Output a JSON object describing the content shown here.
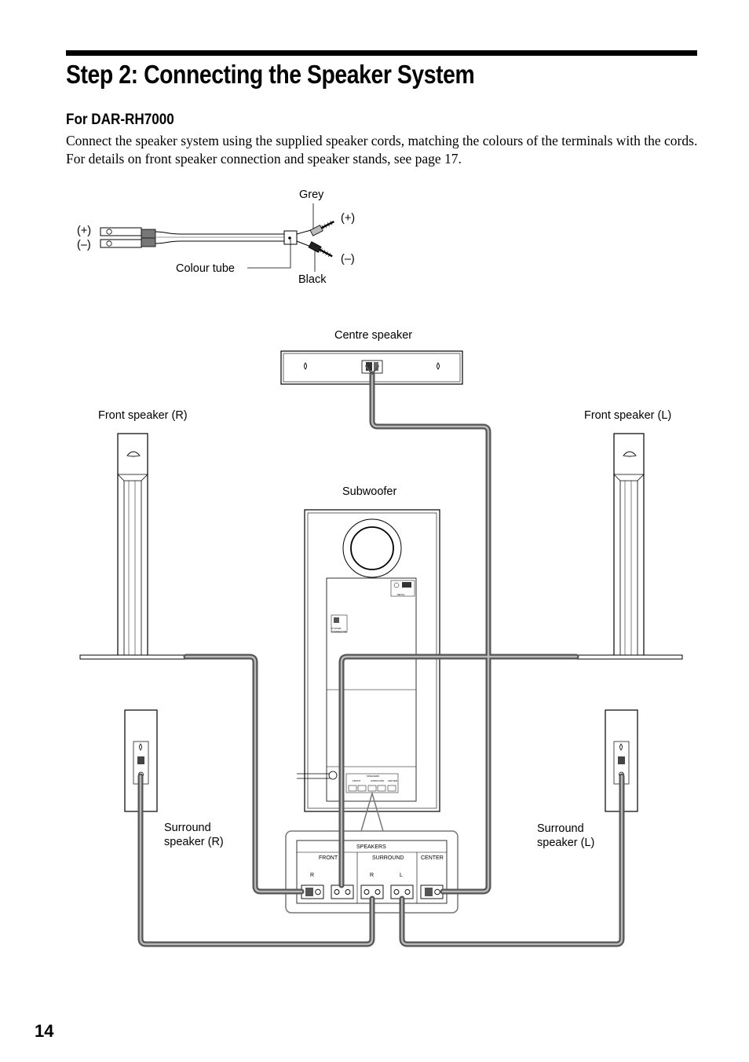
{
  "header": {
    "title": "Step 2: Connecting the Speaker System",
    "subtitle": "For DAR-RH7000",
    "body": "Connect the speaker system using the supplied speaker cords, matching the colours of the terminals with the cords. For details on front speaker connection and speaker stands, see page 17."
  },
  "cord_diagram": {
    "plus_left": "(+)",
    "minus_left": "(–)",
    "grey": "Grey",
    "black": "Black",
    "plus_right": "(+)",
    "minus_right": "(–)",
    "colour_tube": "Colour tube"
  },
  "speakers": {
    "centre": "Centre speaker",
    "front_r": "Front speaker (R)",
    "front_l": "Front speaker (L)",
    "subwoofer": "Subwoofer",
    "surround_r_line1": "Surround",
    "surround_r_line2": "speaker (R)",
    "surround_l_line1": "Surround",
    "surround_l_line2": "speaker (L)"
  },
  "panel": {
    "speakers": "SPEAKERS",
    "front": "FRONT",
    "surround": "SURROUND",
    "center": "CENTER",
    "r1": "R",
    "r2": "R",
    "l2": "L"
  },
  "page_number": "14"
}
